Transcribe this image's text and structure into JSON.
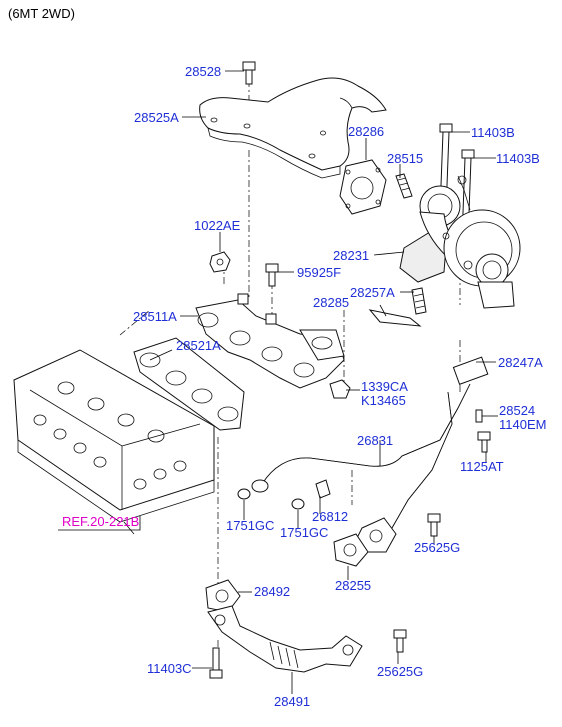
{
  "header": {
    "variant": "(6MT 2WD)"
  },
  "callouts": [
    {
      "id": "p28528",
      "text": "28528"
    },
    {
      "id": "p28525a",
      "text": "28525A"
    },
    {
      "id": "p28286",
      "text": "28286"
    },
    {
      "id": "p11403b_1",
      "text": "11403B"
    },
    {
      "id": "p28515",
      "text": "28515"
    },
    {
      "id": "p11403b_2",
      "text": "11403B"
    },
    {
      "id": "p1022ae",
      "text": "1022AE"
    },
    {
      "id": "p28231",
      "text": "28231"
    },
    {
      "id": "p95925f",
      "text": "95925F"
    },
    {
      "id": "p28257a",
      "text": "28257A"
    },
    {
      "id": "p28285",
      "text": "28285"
    },
    {
      "id": "p28511a",
      "text": "28511A"
    },
    {
      "id": "p28521a",
      "text": "28521A"
    },
    {
      "id": "p28247a",
      "text": "28247A"
    },
    {
      "id": "p1339ca",
      "text": "1339CA"
    },
    {
      "id": "pk13465",
      "text": "K13465"
    },
    {
      "id": "p28524",
      "text": "28524"
    },
    {
      "id": "p1140em",
      "text": "1140EM"
    },
    {
      "id": "p26831",
      "text": "26831"
    },
    {
      "id": "p1125at",
      "text": "1125AT"
    },
    {
      "id": "p1751gc_1",
      "text": "1751GC"
    },
    {
      "id": "p26812",
      "text": "26812"
    },
    {
      "id": "p1751gc_2",
      "text": "1751GC"
    },
    {
      "id": "p25625g_1",
      "text": "25625G"
    },
    {
      "id": "p28255",
      "text": "28255"
    },
    {
      "id": "p28492",
      "text": "28492"
    },
    {
      "id": "p11403c",
      "text": "11403C"
    },
    {
      "id": "p25625g_2",
      "text": "25625G"
    },
    {
      "id": "p28491",
      "text": "28491"
    }
  ],
  "reference": {
    "text": "REF.20-221B",
    "color": "#e000c8"
  },
  "colors": {
    "label": "#1f2fd6",
    "reference": "#e000c8",
    "line": "#000000"
  }
}
